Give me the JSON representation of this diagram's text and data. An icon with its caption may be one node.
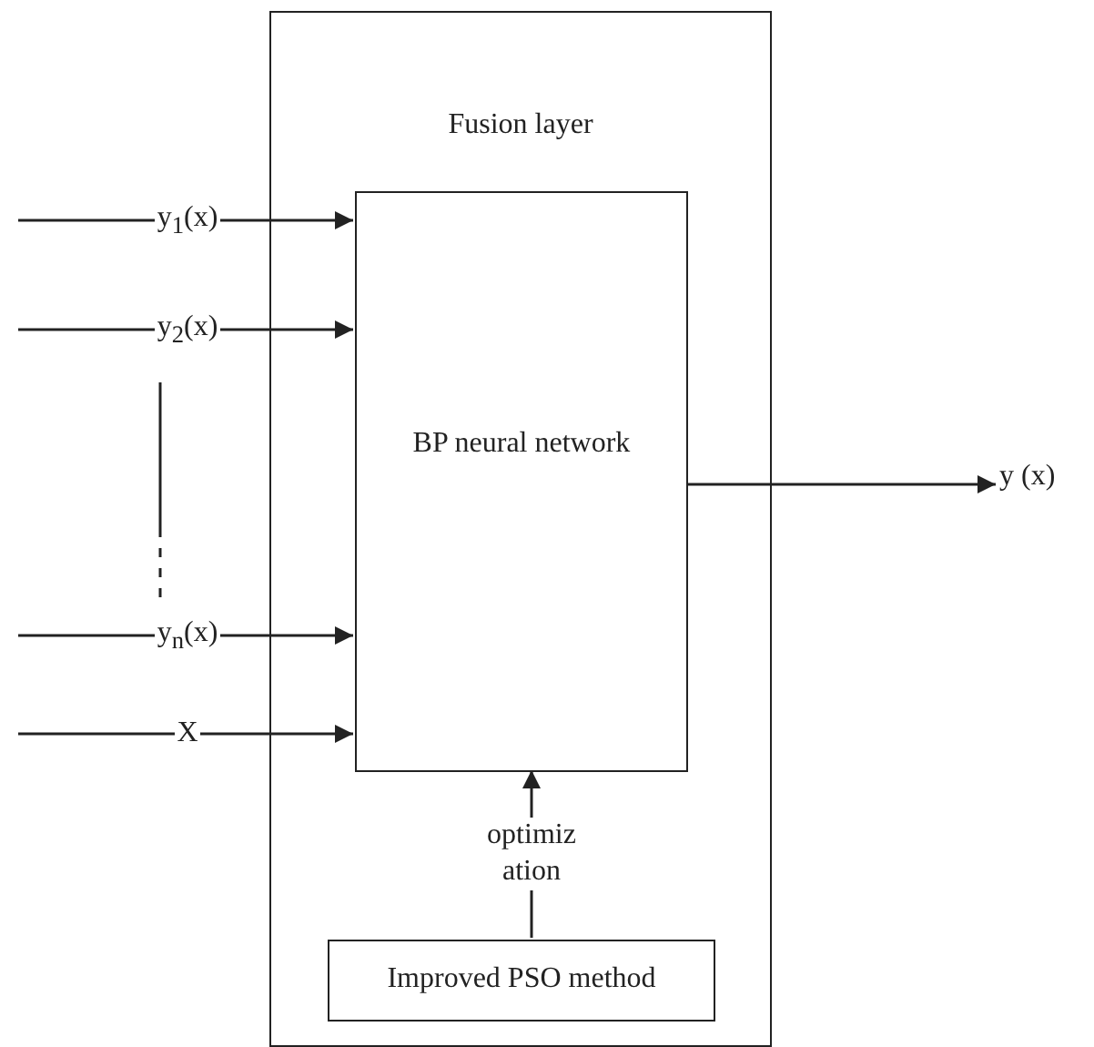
{
  "diagram": {
    "nodes": [
      {
        "text": [
          "Fusion layer"
        ]
      },
      {
        "text": [
          "BP neural network"
        ],
        "in": 0
      },
      {
        "text": [
          "Improved PSO method"
        ],
        "in": 0
      },
      {
        "text": [
          "y (x)"
        ]
      }
    ],
    "edges": [
      {
        "from": null,
        "to": 1,
        "arrow": "to",
        "label": "y$_{1}$(x)"
      },
      {
        "from": null,
        "to": 1,
        "arrow": "to",
        "label": "y$_{2}$(x)"
      },
      {
        "from": null,
        "to": 1,
        "arrow": "to",
        "label": "y$_{n}$(x)"
      },
      {
        "from": null,
        "to": 1,
        "arrow": "to",
        "label": "X"
      },
      {
        "from": 1,
        "to": 3,
        "arrow": "to"
      },
      {
        "from": 2,
        "to": 1,
        "arrow": "to",
        "label": "optimiz ation"
      }
    ]
  }
}
